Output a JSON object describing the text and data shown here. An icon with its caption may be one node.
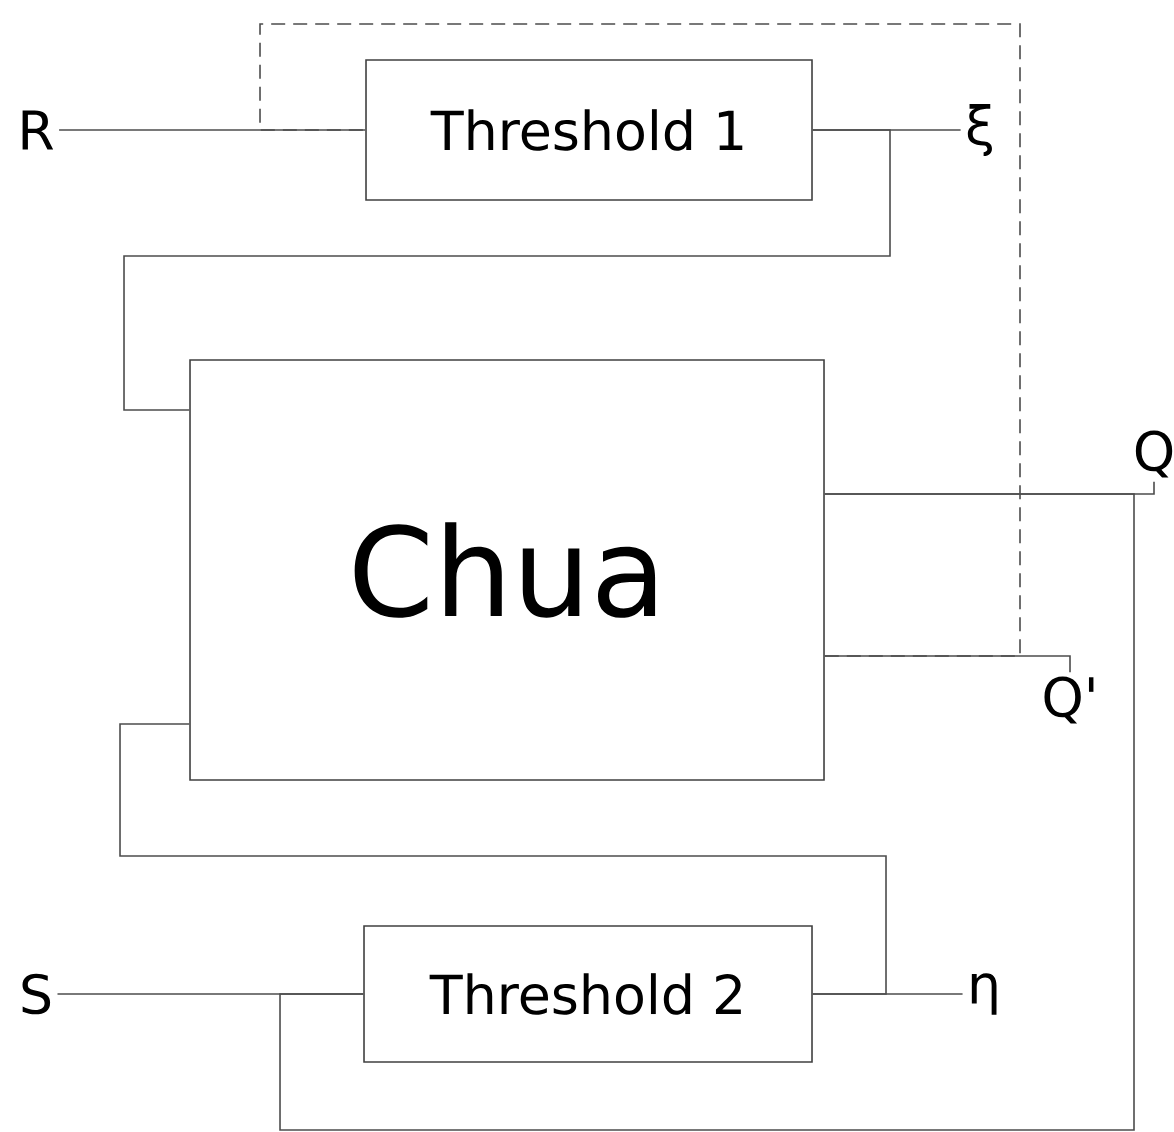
{
  "diagram": {
    "nodes": [
      {
        "text": [
          "R"
        ]
      },
      {
        "text": [
          "Threshold 1"
        ]
      },
      {
        "text": [
          "ξ"
        ]
      },
      {
        "text": [
          "Chua"
        ]
      },
      {
        "text": [
          "Q"
        ]
      },
      {
        "text": [
          "Q'"
        ]
      },
      {
        "text": [
          "S"
        ]
      },
      {
        "text": [
          "Threshold 2"
        ]
      },
      {
        "text": [
          "η"
        ]
      }
    ],
    "edges": [
      {
        "from": 0,
        "to": 1,
        "arrow": "none"
      },
      {
        "from": 1,
        "to": 2,
        "arrow": "none"
      },
      {
        "from": 1,
        "to": 3,
        "arrow": "none"
      },
      {
        "from": 3,
        "to": 4,
        "arrow": "none"
      },
      {
        "from": 3,
        "to": 5,
        "arrow": "none"
      },
      {
        "from": 3,
        "to": 1,
        "arrow": "none",
        "style": "dashed"
      },
      {
        "from": 3,
        "to": 7,
        "arrow": "none"
      },
      {
        "from": 6,
        "to": 7,
        "arrow": "none"
      },
      {
        "from": 7,
        "to": 8,
        "arrow": "none"
      },
      {
        "from": 7,
        "to": 3,
        "arrow": "none"
      }
    ]
  }
}
